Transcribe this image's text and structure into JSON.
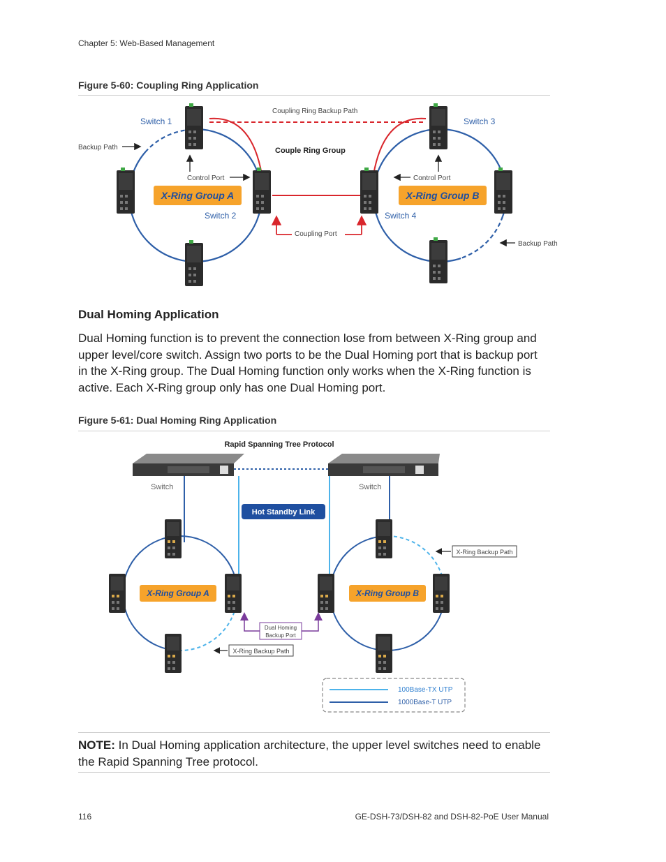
{
  "header": {
    "chapter": "Chapter 5: Web-Based Management"
  },
  "figure1": {
    "caption": "Figure 5-60:  Coupling Ring Application",
    "labels": {
      "switch1": "Switch 1",
      "switch2": "Switch 2",
      "switch3": "Switch 3",
      "switch4": "Switch 4",
      "backup_path_left": "Backup Path",
      "backup_path_right": "Backup Path",
      "coupling_backup": "Coupling Ring Backup Path",
      "couple_ring_group": "Couple Ring Group",
      "control_port_left": "Control Port",
      "control_port_right": "Control Port",
      "coupling_port": "Coupling Port",
      "group_a": "X-Ring Group A",
      "group_b": "X-Ring Group B"
    },
    "colors": {
      "ring": "#2e5fa8",
      "coupling": "#d9262c",
      "group_box": "#f6a32b",
      "group_text": "#1f4fa0"
    }
  },
  "section": {
    "title": "Dual Homing Application",
    "body": "Dual Homing function is to prevent the connection lose from between X-Ring group and upper level/core switch. Assign two ports to be the Dual Homing port that is backup port in the X-Ring group. The Dual Homing function only works when the X-Ring function is active. Each X-Ring group only has one Dual Homing port."
  },
  "figure2": {
    "caption": "Figure 5-61:  Dual Homing Ring Application",
    "labels": {
      "rstp": "Rapid Spanning Tree Protocol",
      "switch_left": "Switch",
      "switch_right": "Switch",
      "hot_standby": "Hot Standby Link",
      "xring_backup_right": "X-Ring Backup Path",
      "xring_backup_left": "X-Ring Backup Path",
      "dual_homing_line1": "Dual Homing",
      "dual_homing_line2": "Backup Port",
      "group_a": "X-Ring Group A",
      "group_b": "X-Ring Group B",
      "legend_tx": "100Base-TX UTP",
      "legend_t": "1000Base-T UTP"
    },
    "colors": {
      "tx_link": "#4db3ea",
      "t_link": "#2e5fa8",
      "hot_standby_bg": "#1f4fa0",
      "dual_homing_arrow": "#7a3b9b"
    }
  },
  "note": {
    "label": "NOTE:",
    "text": " In Dual Homing application architecture, the upper level switches need to enable the Rapid Spanning Tree protocol."
  },
  "footer": {
    "page": "116",
    "manual": "GE-DSH-73/DSH-82 and DSH-82-PoE User Manual"
  }
}
